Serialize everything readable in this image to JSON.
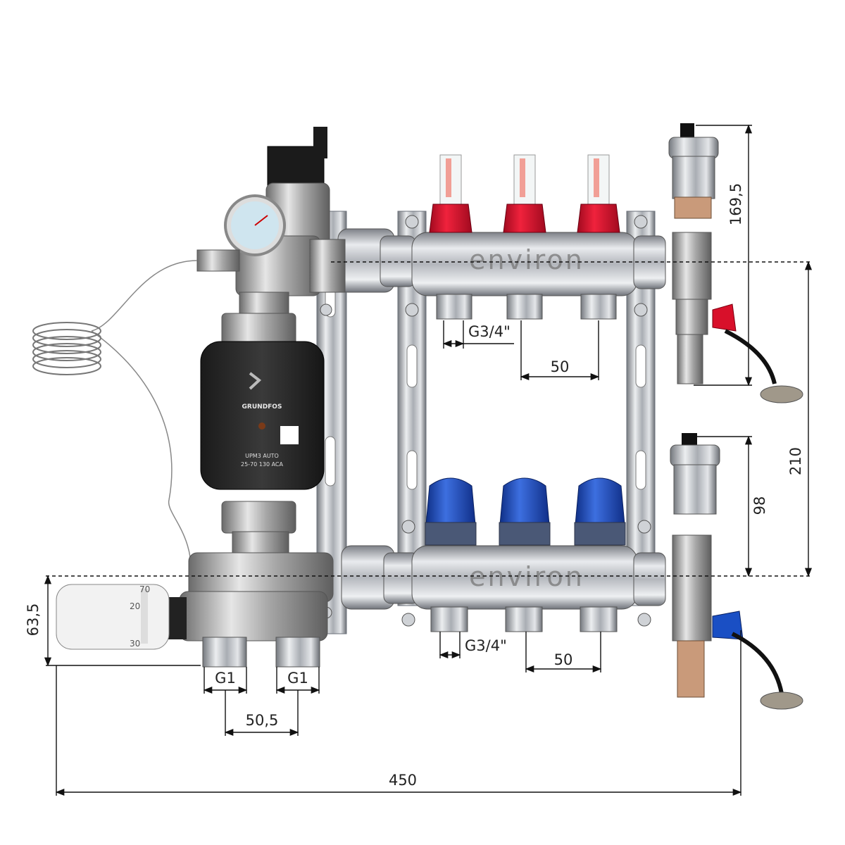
{
  "brand": {
    "manifold_top": "environ",
    "manifold_bottom": "environ"
  },
  "pump": {
    "maker": "GRUNDFOS",
    "model": "UPM3 AUTO",
    "spec": "25-70 130 ACA"
  },
  "thermo_head": {
    "marks": [
      "70",
      "20",
      "30"
    ]
  },
  "dimensions": {
    "top_thread": "G3/4\"",
    "top_pitch": "50",
    "bottom_thread": "G3/4\"",
    "bottom_pitch": "50",
    "mixer_thread_left": "G1",
    "mixer_thread_right": "G1",
    "mixer_spacing": "50,5",
    "total_width": "450",
    "mixer_height": "63,5",
    "vent_height_top": "169,5",
    "vent_height_bottom": "98",
    "manifold_spacing": "210"
  },
  "colors": {
    "red_cap": "#d8102a",
    "blue_cap": "#1a4fc4",
    "chrome": "#c9ccd1",
    "brass_nickel": "#b7b9bd",
    "pump_body": "#2b2b2b"
  }
}
